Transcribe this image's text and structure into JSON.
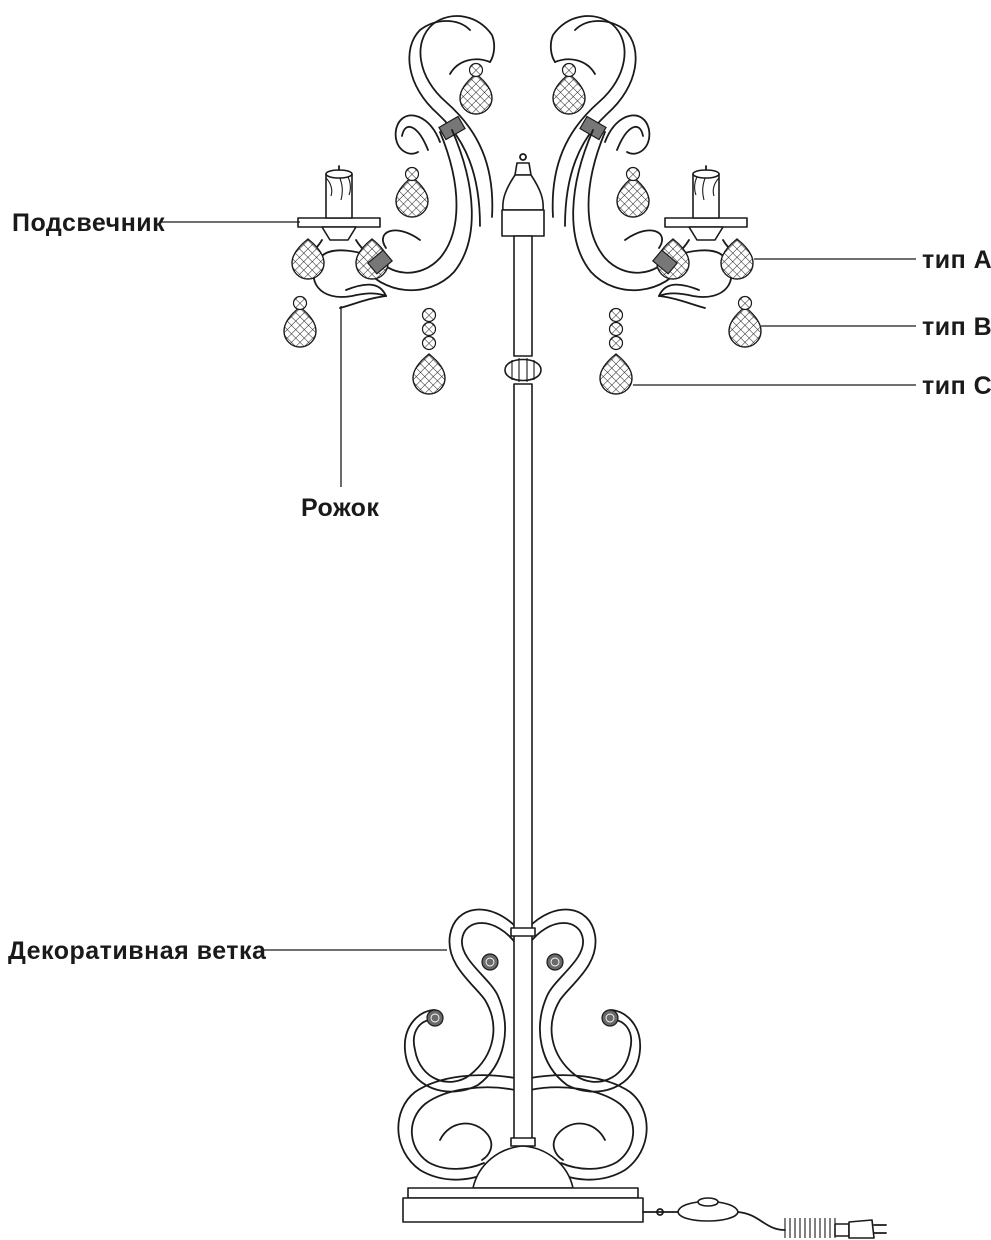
{
  "labels": {
    "candleholder": "Подсвечник",
    "type_a": "тип А",
    "type_b": "тип В",
    "type_c": "тип С",
    "arm": "Рожок",
    "branch": "Декоративная ветка"
  }
}
